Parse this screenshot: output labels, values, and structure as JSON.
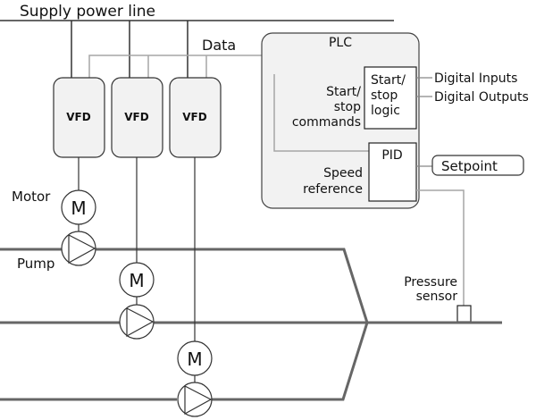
{
  "title": "Supply power line",
  "data_label": "Data",
  "vfds": [
    {
      "label": "VFD"
    },
    {
      "label": "VFD"
    },
    {
      "label": "VFD"
    }
  ],
  "motors": [
    {
      "label": "M"
    },
    {
      "label": "M"
    },
    {
      "label": "M"
    }
  ],
  "labels": {
    "motor": "Motor",
    "pump": "Pump",
    "pressure_sensor_line1": "Pressure",
    "pressure_sensor_line2": "sensor"
  },
  "plc": {
    "title": "PLC",
    "start_stop_commands": [
      "Start/",
      "stop",
      "commands"
    ],
    "start_stop_logic": [
      "Start/",
      "stop",
      "logic"
    ],
    "pid": "PID",
    "speed_reference": [
      "Speed",
      "reference"
    ],
    "digital_inputs": "Digital Inputs",
    "digital_outputs": "Digital Outputs",
    "setpoint": "Setpoint"
  },
  "colors": {
    "power_line": "#333333",
    "data_line": "#a6a6a6",
    "pipe": "#666666",
    "box_fill": "#f2f2f2"
  }
}
